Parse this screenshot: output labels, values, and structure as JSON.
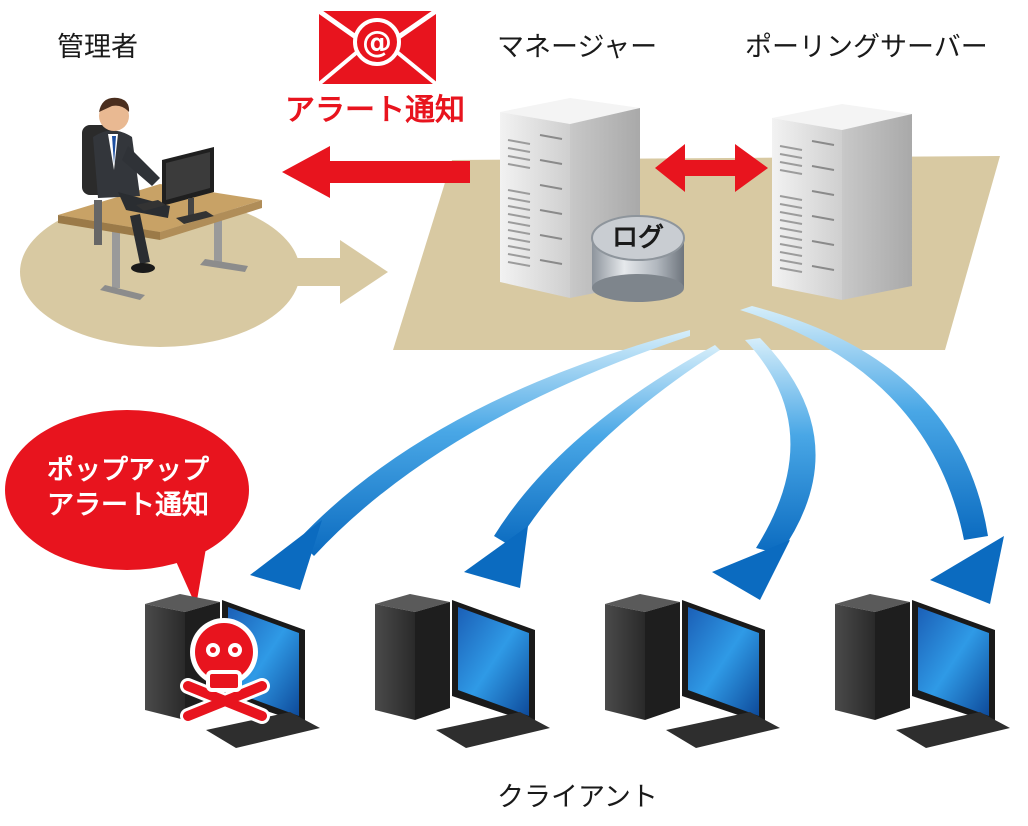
{
  "labels": {
    "admin": "管理者",
    "manager": "マネージャー",
    "polling_server": "ポーリングサーバー",
    "alert_notice": "アラート通知",
    "log": "ログ",
    "popup_line1": "ポップアップ",
    "popup_line2": "アラート通知",
    "clients": "クライアント"
  },
  "colors": {
    "alert_red": "#e8141e",
    "floor_tan": "#d8c9a2",
    "flow_blue": "#1e7fd0",
    "server_gray": "#dcdcdc"
  },
  "icons": [
    "email-icon",
    "administrator-icon",
    "server-icon",
    "database-icon",
    "skull-icon",
    "desktop-pc-icon"
  ]
}
